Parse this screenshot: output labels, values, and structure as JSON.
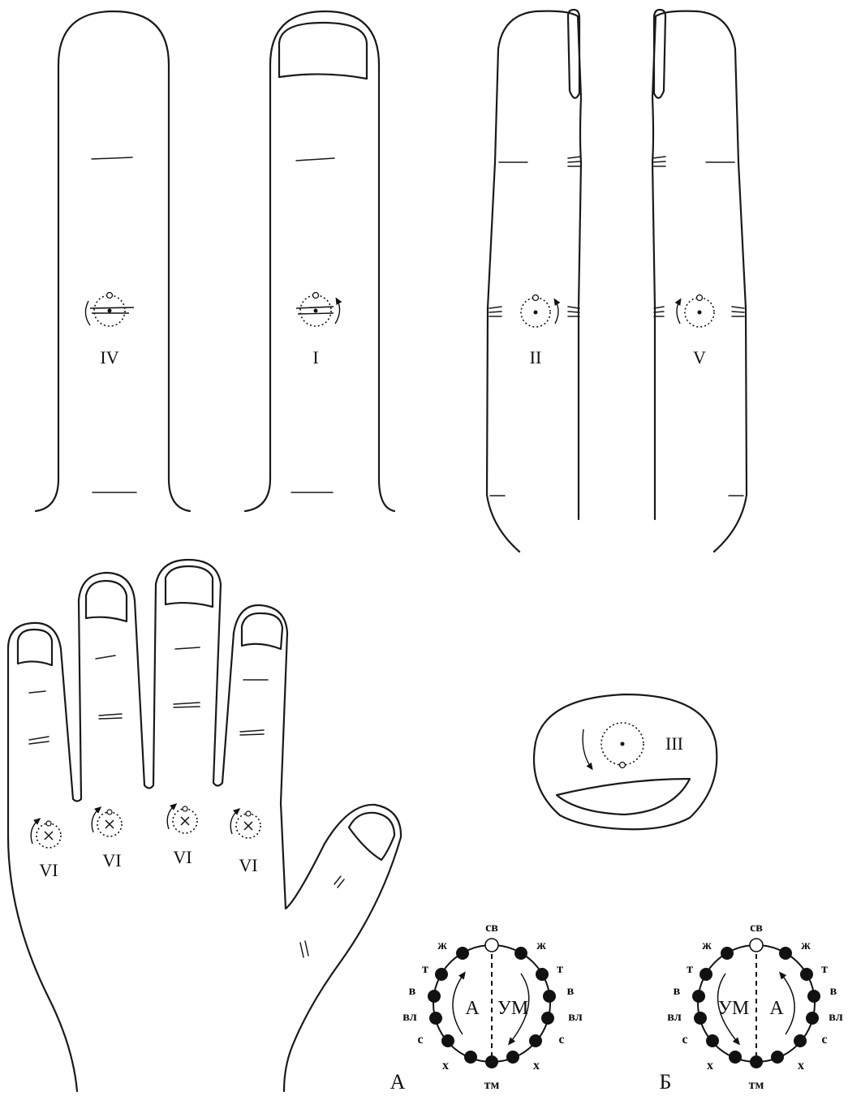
{
  "finger_labels": {
    "ring": "IV",
    "middle": "I",
    "index_side": "II",
    "little_side": "V",
    "thumb_tip": "III",
    "knuckle": "VI"
  },
  "diagram_a": {
    "label": "А",
    "top": "св",
    "bottom": "тм",
    "left_inner": "А",
    "right_inner": "УМ",
    "left_labels": [
      "ж",
      "т",
      "в",
      "вл",
      "с",
      "х"
    ],
    "right_labels": [
      "ж",
      "т",
      "в",
      "вл",
      "с",
      "х"
    ]
  },
  "diagram_b": {
    "label": "Б",
    "top": "св",
    "bottom": "тм",
    "left_inner": "УМ",
    "right_inner": "А",
    "left_labels": [
      "ж",
      "т",
      "в",
      "вл",
      "с",
      "х"
    ],
    "right_labels": [
      "ж",
      "т",
      "в",
      "вл",
      "с",
      "х"
    ]
  }
}
